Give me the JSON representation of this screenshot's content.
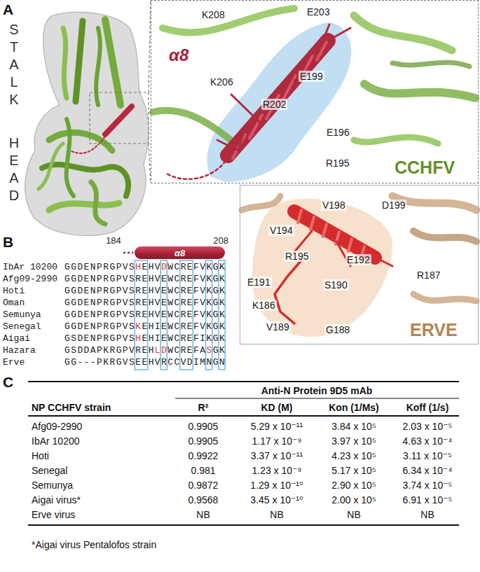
{
  "diagram": {
    "nodes": [
      {
        "text": [
          "K208",
          "E203",
          "α8",
          "K206",
          "E199",
          "R202",
          "E196",
          "R195",
          "CCHFV"
        ]
      },
      {
        "text": [
          "V198",
          "D199",
          "V194",
          "R195",
          "E192",
          "R187",
          "E191",
          "S190",
          "K186",
          "G188",
          "V189",
          "ERVE"
        ]
      },
      {
        "text": [
          "α8"
        ]
      }
    ],
    "labels": [
      "A",
      "STALK",
      "HEAD",
      "B",
      "184",
      "208",
      "IbAr 10200",
      "GGDENPRGPVSHEHVDWCREFVKGK",
      "Afg09-2990",
      "GGDENPRGPVSREHVEWCREFVKGK",
      "Hoti",
      "GGDENPRGPVSREHVEWCREFVKGK",
      "Oman",
      "GGDENPRGPVSREHVEWCREFVKGK",
      "Semunya",
      "GGDENPRGPVSREHVEWCREFVKGK",
      "Senegal",
      "GGDENPRGPVSKEHIEWCREFVKGK",
      "Aigai",
      "GSDENPRGPVSHEHIEWCREFIKGK",
      "Hazara",
      "GSDDAPKRGPVREHLDWCREFASGK",
      "Erve",
      "GG---PKRGVSEEHVRCCVDIMNGN",
      "C",
      "Anti-N Protein 9D5 mAb",
      "NP CCHFV strain",
      "R²",
      "KD (M)",
      "Kon (1/Ms)",
      "Koff (1/s)",
      "Afg09-2990",
      "0.9905",
      "5.29 x 10⁻¹¹",
      "3.84 x 10⁵",
      "2.03 x 10⁻⁵",
      "IbAr 10200",
      "0.9905",
      "1.17 x 10⁻⁹",
      "3.97 x 10⁵",
      "4.63 x 10⁻⁴",
      "Hoti",
      "0.9922",
      "3.37 x 10⁻¹¹",
      "4.23 x 10⁵",
      "3.11 x 10⁻⁵",
      "Senegal",
      "0.981",
      "1.23 x 10⁻⁹",
      "5.17 x 10⁵",
      "6.34 x 10⁻⁴",
      "Semunya",
      "0.9872",
      "1.29 x 10⁻¹⁰",
      "2.90 x 10⁵",
      "3.74 x 10⁻⁵",
      "Aigai virus*",
      "0.9568",
      "3.45 x 10⁻¹⁰",
      "2.00 x 10⁵",
      "6.91 x 10⁻⁵",
      "Erve virus",
      "NB",
      "NB",
      "NB",
      "NB",
      "*Aigai virus Pentalofos strain"
    ]
  }
}
